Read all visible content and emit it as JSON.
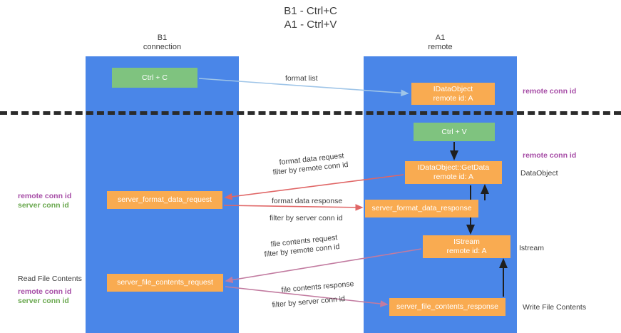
{
  "title": "B1 - Ctrl+C\nA1 - Ctrl+V",
  "lanes": [
    {
      "id": "b1",
      "heading": "B1\nconnection"
    },
    {
      "id": "a1",
      "heading": "A1\nremote"
    }
  ],
  "nodes": {
    "ctrl_c": {
      "label": "Ctrl + C",
      "color": "#7fc37f"
    },
    "idataobject": {
      "line1": "IDataObject",
      "line2": "remote id: A",
      "color": "#f9ab51"
    },
    "ctrl_v": {
      "label": "Ctrl + V",
      "color": "#7fc37f"
    },
    "getdata": {
      "line1": "IDataObject::GetData",
      "line2": "remote id: A",
      "color": "#f9ab51"
    },
    "server_format_data_request": {
      "label": "server_format_data_request",
      "color": "#f9ab51"
    },
    "server_format_data_response": {
      "label": "server_format_data_response",
      "color": "#f9ab51"
    },
    "istream": {
      "line1": "IStream",
      "line2": "remote id: A",
      "color": "#f9ab51"
    },
    "server_file_contents_request": {
      "label": "server_file_contents_request",
      "color": "#f9ab51"
    },
    "server_file_contents_response": {
      "label": "server_file_contents_response",
      "color": "#f9ab51"
    }
  },
  "edge_labels": {
    "format_list": "format list",
    "format_data_request": "format data request",
    "format_data_request_filter_prefix": "filter by ",
    "format_data_request_filter_key": "remote conn id",
    "format_data_response": "format data response",
    "format_data_response_filter_prefix": "filter by ",
    "format_data_response_filter_key": "server conn id",
    "file_contents_request": "file contents request",
    "file_contents_request_filter_prefix": "filter by ",
    "file_contents_request_filter_key": "remote conn id",
    "file_contents_response": "file contents response",
    "file_contents_response_filter_prefix": "filter by ",
    "file_contents_response_filter_key": "server conn id"
  },
  "side_annotations": {
    "right_remote_conn_id_top": "remote conn id",
    "right_remote_conn_id_mid": "remote conn id",
    "right_dataobject": "DataObject",
    "right_istream": "Istream",
    "right_write_file_contents": "Write File Contents",
    "left_read_file_contents": "Read File Contents",
    "left_remote_conn_id_1": "remote conn id",
    "left_server_conn_id_1": "server conn id",
    "left_remote_conn_id_2": "remote conn id",
    "left_server_conn_id_2": "server conn id"
  },
  "colors": {
    "lane": "#4a86e8",
    "green_node": "#7fc37f",
    "orange_node": "#f9ab51",
    "purple_text": "#a64ca6",
    "green_text": "#6aa84f",
    "arrow_blue": "#9fc5e8",
    "arrow_red": "#e06666",
    "arrow_magenta": "#c27ba0",
    "arrow_black": "#1f1f1f",
    "separator": "#2b2b2b"
  }
}
